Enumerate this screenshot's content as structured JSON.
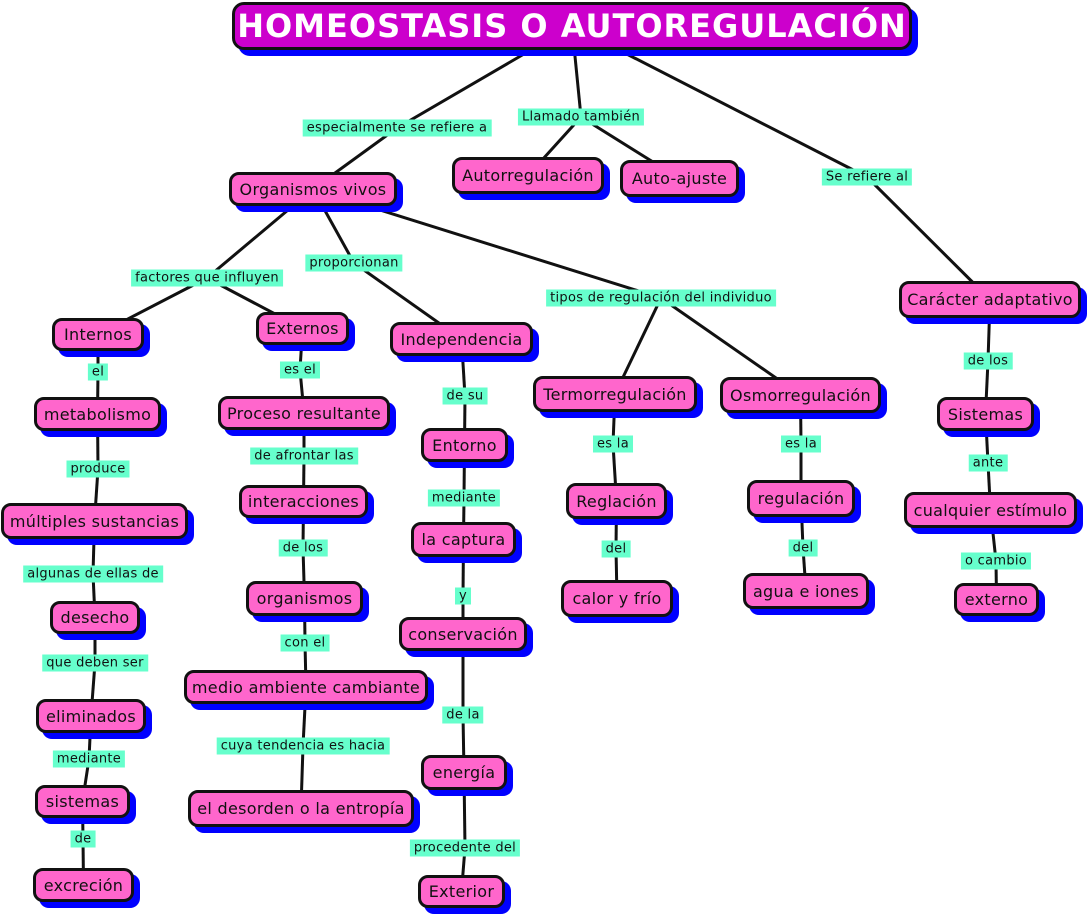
{
  "title": "HOMEOSTASIS O AUTOREGULACIÓN",
  "nodes": {
    "organismos_vivos": "Organismos vivos",
    "autorregulacion": "Autorregulación",
    "auto_ajuste": "Auto-ajuste",
    "caracter_adaptativo": "Carácter adaptativo",
    "internos": "Internos",
    "externos": "Externos",
    "independencia": "Independencia",
    "termorregulacion": "Termorregulación",
    "osmorregulacion": "Osmorregulación",
    "metabolismo": "metabolismo",
    "proceso_resultante": "Proceso resultante",
    "entorno": "Entorno",
    "sistemas_cap": "Sistemas",
    "multiples_sustancias": "múltiples sustancias",
    "interacciones": "interacciones",
    "la_captura": "la captura",
    "reglacion": "Reglación",
    "regulacion": "regulación",
    "cualquier_estimulo": "cualquier estímulo",
    "desecho": "desecho",
    "organismos": "organismos",
    "calor_frio": "calor y frío",
    "agua_iones": "agua e iones",
    "externo": "externo",
    "conservacion": "conservación",
    "medio_ambiente": "medio ambiente cambiante",
    "eliminados": "eliminados",
    "sistemas": "sistemas",
    "energia": "energía",
    "desorden": "el desorden o la entropía",
    "excrecion": "excreción",
    "exterior": "Exterior"
  },
  "links": {
    "especialmente": "especialmente se refiere a",
    "llamado": "Llamado también",
    "se_refiere_al": "Se refiere al",
    "factores": "factores que influyen",
    "proporcionan": "proporcionan",
    "tipos": "tipos de regulación del individuo",
    "el": "el",
    "es_el": "es el",
    "de_su": "de su",
    "es_la_1": "es la",
    "es_la_2": "es la",
    "de_los_1": "de los",
    "produce": "produce",
    "de_afrontar": "de afrontar las",
    "mediante_1": "mediante",
    "ante": "ante",
    "del_1": "del",
    "del_2": "del",
    "de_los_2": "de los",
    "algunas": "algunas de ellas de",
    "y": "y",
    "o_cambio": "o cambio",
    "que_deben": "que deben ser",
    "con_el": "con el",
    "de_la": "de la",
    "cuya": "cuya tendencia es hacia",
    "mediante_2": "mediante",
    "de": "de",
    "procedente": "procedente del"
  }
}
